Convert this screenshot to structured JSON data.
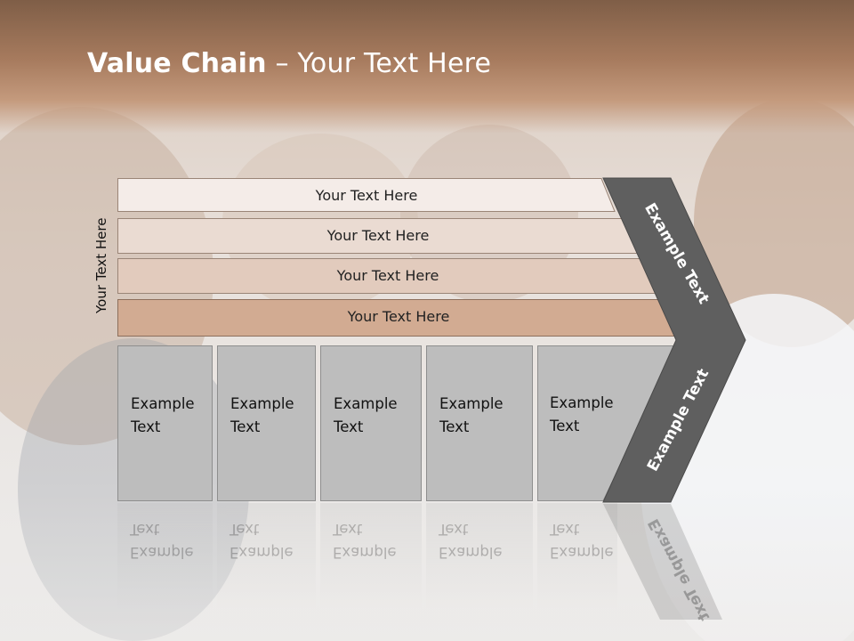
{
  "slide": {
    "title_bold": "Value Chain",
    "title_rest": " – Your Text Here",
    "vertical_label": "Your Text Here"
  },
  "bars": [
    {
      "label": "Your Text Here",
      "fill": "#f4ece8"
    },
    {
      "label": "Your Text Here",
      "fill": "#eadbd2"
    },
    {
      "label": "Your Text Here",
      "fill": "#e2cbbd"
    },
    {
      "label": "Your Text Here",
      "fill": "#d2ab92"
    }
  ],
  "boxes": [
    {
      "line1": "Example",
      "line2": "Text"
    },
    {
      "line1": "Example",
      "line2": "Text"
    },
    {
      "line1": "Example",
      "line2": "Text"
    },
    {
      "line1": "Example",
      "line2": "Text"
    },
    {
      "line1": "Example",
      "line2": "Text"
    }
  ],
  "chevron": {
    "top_label": "Example Text",
    "bottom_label": "Example Text",
    "fill": "#5f5f5f"
  }
}
